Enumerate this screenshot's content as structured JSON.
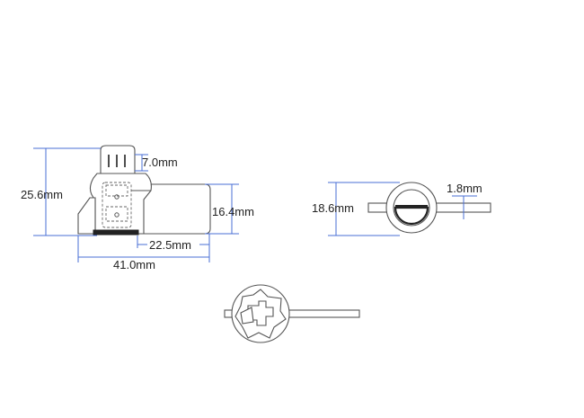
{
  "drawing": {
    "colors": {
      "dimension_line": "#4a6fd6",
      "outline": "#555555",
      "text": "#222222",
      "background": "#ffffff"
    },
    "dimensions": {
      "overall_height": "25.6mm",
      "knob_width": "7.0mm",
      "body_height": "16.4mm",
      "body_length": "22.5mm",
      "overall_length": "41.0mm",
      "front_diameter": "18.6mm",
      "cam_thickness": "1.8mm"
    }
  }
}
